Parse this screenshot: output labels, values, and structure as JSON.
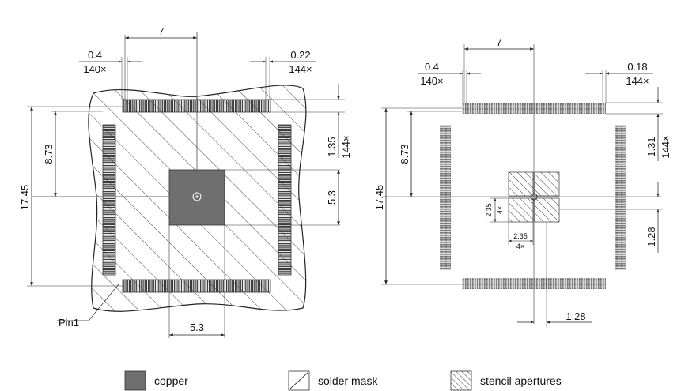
{
  "left_view": {
    "dim_top_width": "7",
    "dim_pin_width": "0.4",
    "dim_pin_count_left": "140×",
    "dim_pitch": "0.22",
    "dim_pitch_count": "144×",
    "dim_body_height": "17.45",
    "dim_half_height": "8.73",
    "dim_row_height": "1.35",
    "dim_row_count": "144×",
    "dim_pad_height": "5.3",
    "dim_pad_width": "5.3",
    "pin1_label": "Pin1"
  },
  "right_view": {
    "dim_top_width": "7",
    "dim_pin_width": "0.4",
    "dim_pin_count_left": "140×",
    "dim_pitch": "0.18",
    "dim_pitch_count": "144×",
    "dim_body_height": "17.45",
    "dim_half_height": "8.73",
    "dim_row_height": "1.31",
    "dim_row_count": "144×",
    "dim_stencil_v": "2.35",
    "dim_stencil_v_count": "4×",
    "dim_stencil_h": "2.35",
    "dim_stencil_h_count": "4×",
    "dim_offset_v": "1.28",
    "dim_offset_h": "1.28"
  },
  "legend": {
    "copper": "copper",
    "solder_mask": "solder mask",
    "stencil": "stencil apertures"
  },
  "colors": {
    "copper": "#6f6f6f",
    "pad_dark": "#444444",
    "line": "#222222"
  }
}
